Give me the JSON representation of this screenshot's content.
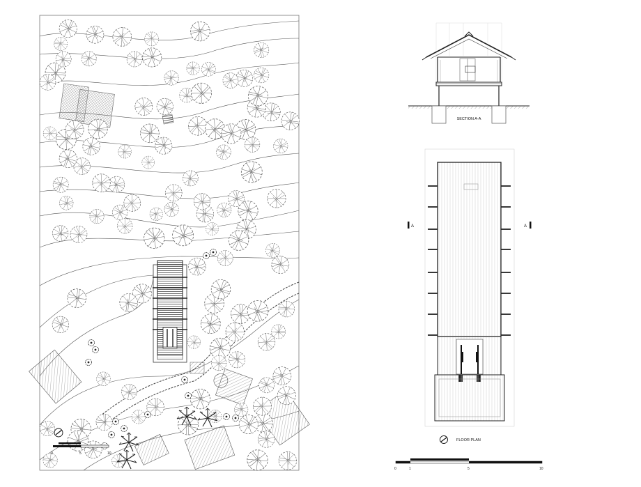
{
  "section": {
    "title": "SECTION A-A"
  },
  "plan": {
    "title": "FLOOR PLAN",
    "cut_marker_left": "A",
    "cut_marker_right": "A"
  },
  "site_scale": {
    "labels": [
      "0",
      "5",
      "10"
    ]
  },
  "plan_scale": {
    "labels": [
      "0",
      "1",
      "5",
      "10"
    ]
  },
  "icons": [
    "north-arrow-icon",
    "tree-icon",
    "palm-tree-icon"
  ]
}
